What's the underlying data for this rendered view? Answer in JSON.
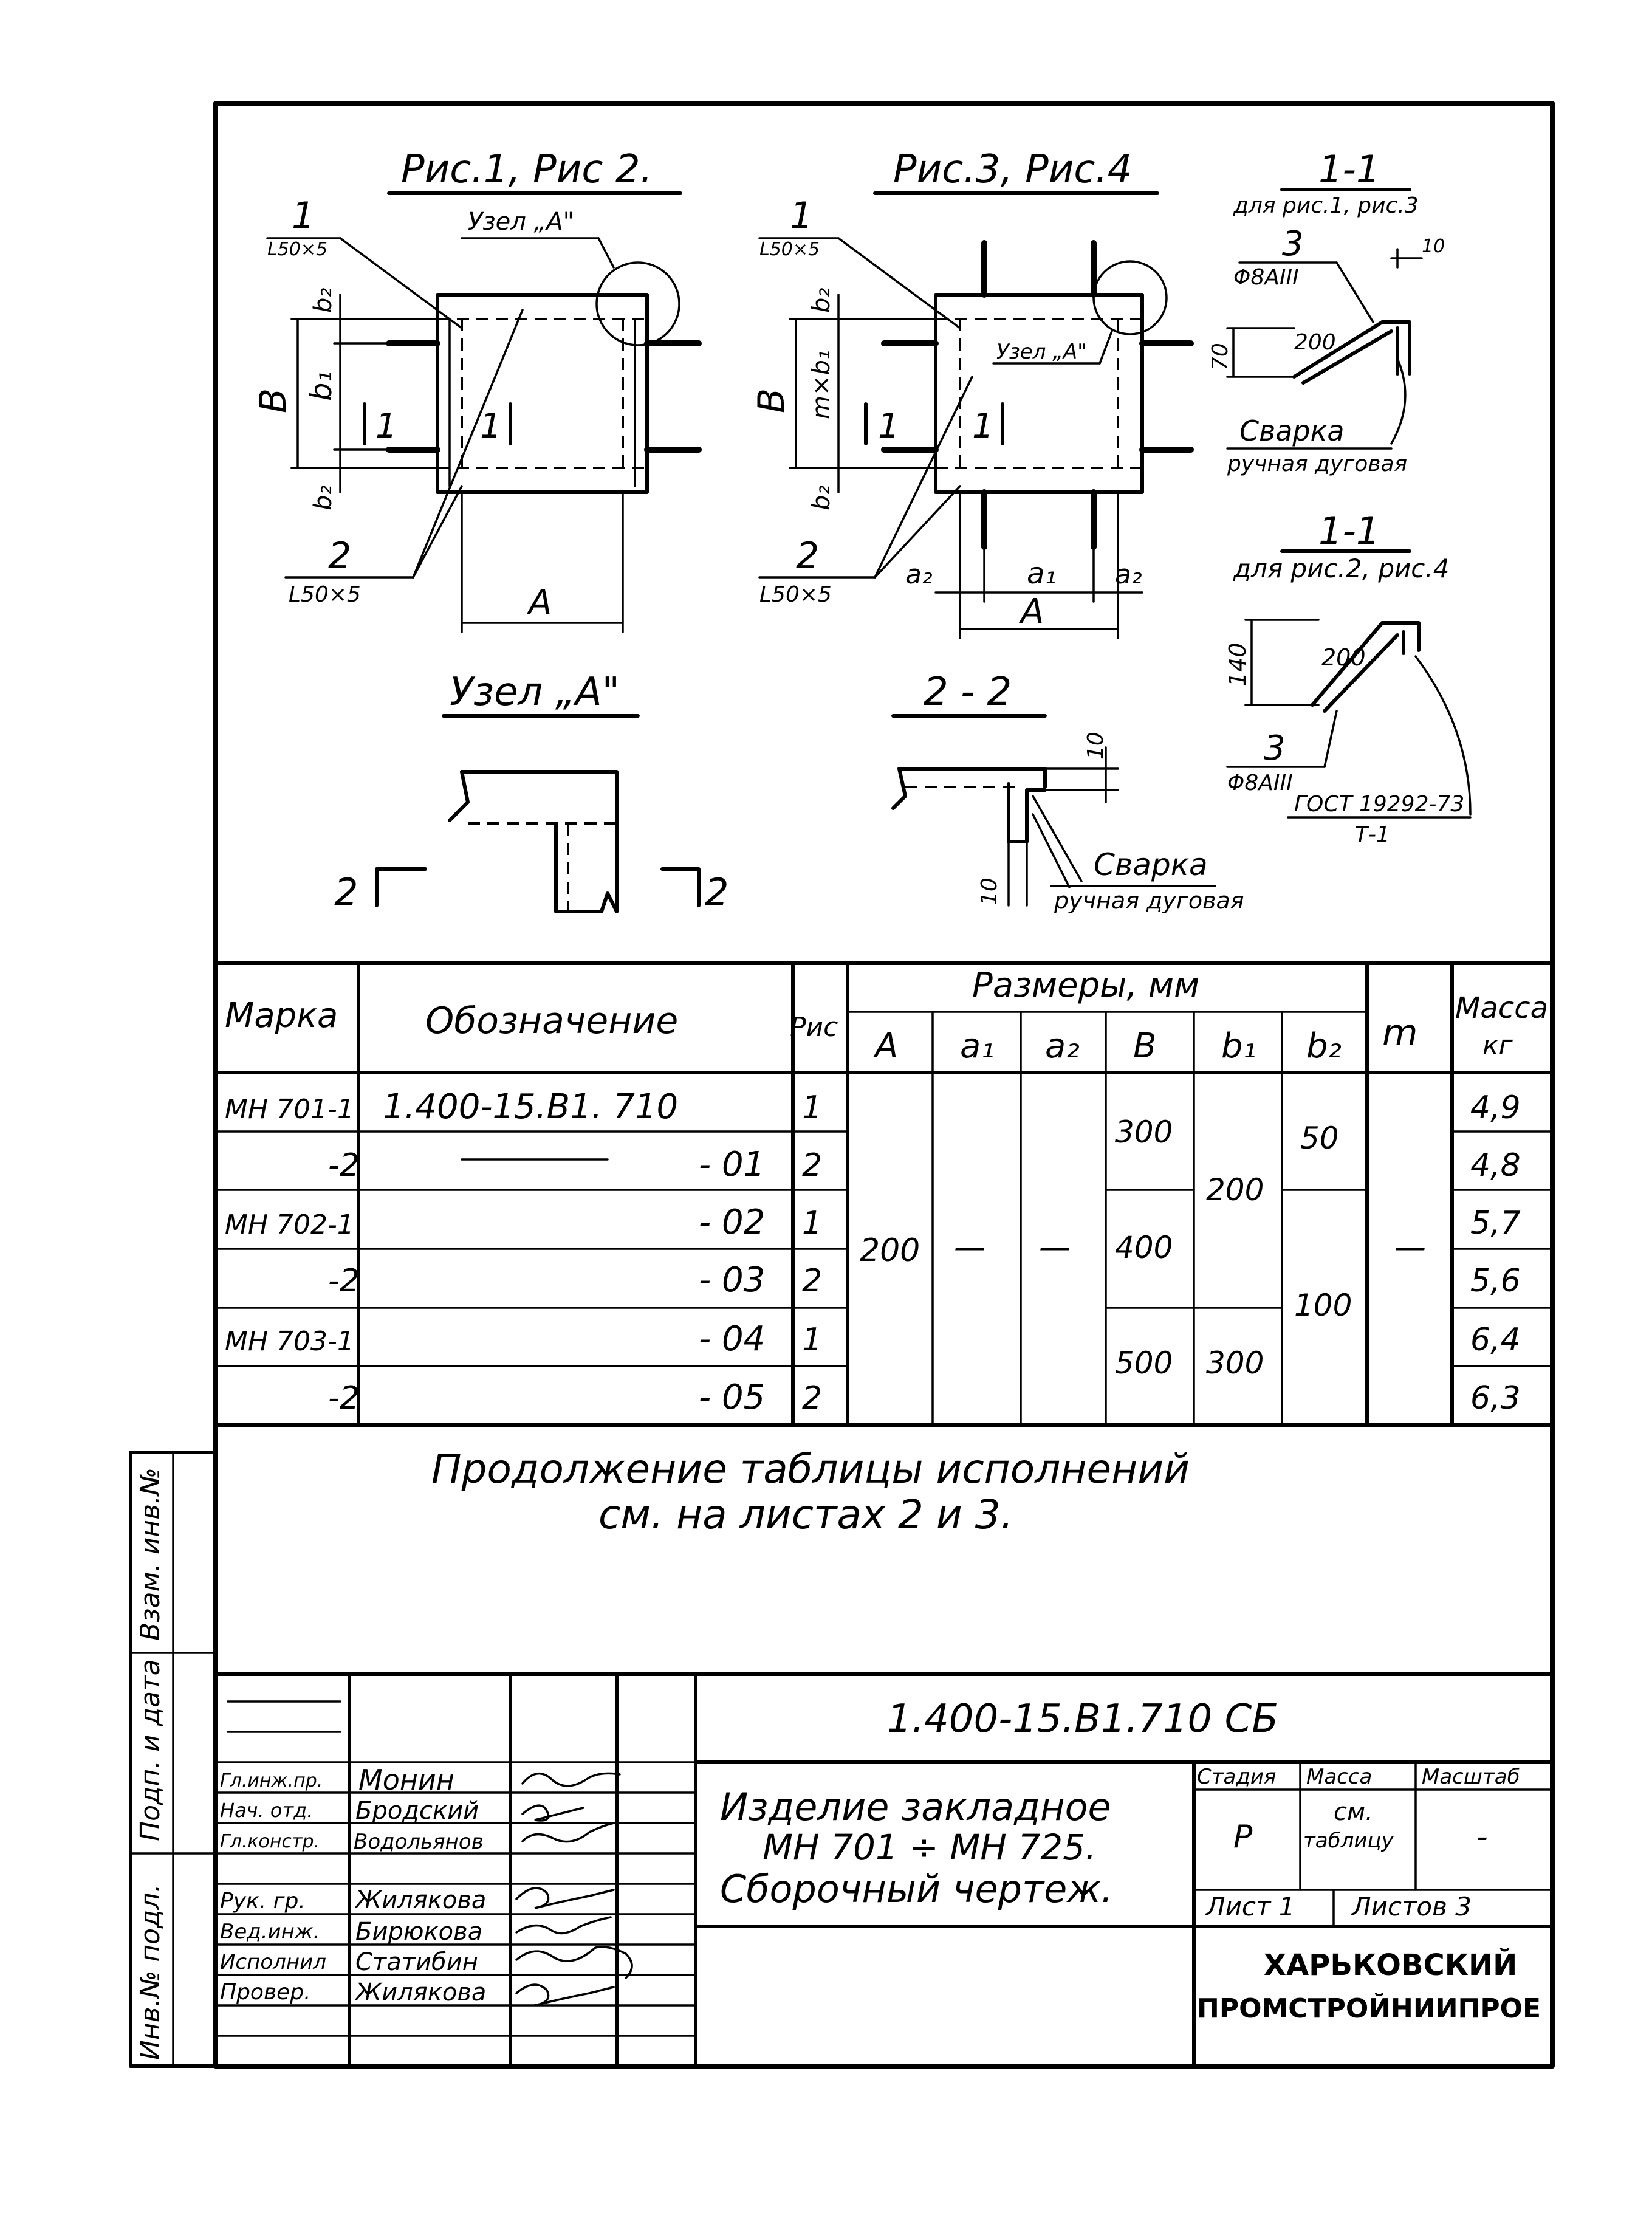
{
  "figures": {
    "fig12_title": "Рис.1, Рис 2.",
    "fig34_title": "Рис.3, Рис.4",
    "pos1_num": "1",
    "pos1_profile": "L50×5",
    "pos2_num": "2",
    "pos2_profile": "L50×5",
    "node_a_ref": "Узел „А\"",
    "dim_A": "A",
    "dim_a1": "a₁",
    "dim_a2": "a₂",
    "dim_B": "B",
    "dim_b1": "b₁",
    "dim_b2": "b₂",
    "dim_mxb1": "m×b₁",
    "section_1_mark": "1",
    "node_a_title": "Узел „А\"",
    "section_22_title": "2 - 2",
    "section_2_mark": "2",
    "sec11a_title": "1-1",
    "sec11a_sub": "для рис.1, рис.3",
    "sec11b_title": "1-1",
    "sec11b_sub": "для рис.2, рис.4",
    "pos3_num": "3",
    "pos3_bar": "Φ8AIII",
    "dim_10": "10",
    "dim_70": "70",
    "dim_140": "140",
    "dim_200": "200",
    "weld_label": "Сварка",
    "weld_sub": "ручная дуговая",
    "gost_label": "ГОСТ 19292-73",
    "gost_type": "Т-1"
  },
  "table": {
    "headers": {
      "marka": "Марка",
      "oboznachenie": "Обозначение",
      "ris": "Рис",
      "razmery": "Размеры, мм",
      "A": "A",
      "a1": "a₁",
      "a2": "a₂",
      "B": "B",
      "b1": "b₁",
      "b2": "b₂",
      "m": "m",
      "massa": "Масса",
      "kg": "кг"
    },
    "rows": [
      {
        "marka": "МН 701-1",
        "obozn": "1.400-15.В1. 710",
        "ris": "1",
        "massa": "4,9"
      },
      {
        "marka": "-2",
        "obozn": "- 01",
        "ris": "2",
        "massa": "4,8"
      },
      {
        "marka": "МН 702-1",
        "obozn": "- 02",
        "ris": "1",
        "massa": "5,7"
      },
      {
        "marka": "-2",
        "obozn": "- 03",
        "ris": "2",
        "massa": "5,6"
      },
      {
        "marka": "МН 703-1",
        "obozn": "- 04",
        "ris": "1",
        "massa": "6,4"
      },
      {
        "marka": "-2",
        "obozn": "- 05",
        "ris": "2",
        "massa": "6,3"
      }
    ],
    "merged": {
      "A": "200",
      "a1": "—",
      "a2": "—",
      "B_1": "300",
      "B_2": "400",
      "B_3": "500",
      "b1_1": "200",
      "b1_2": "300",
      "b2_1": "50",
      "b2_2": "100",
      "m": "—"
    }
  },
  "note": {
    "line1": "Продолжение таблицы исполнений",
    "line2": "см. на листах 2 и 3."
  },
  "side_stamp": {
    "vzam": "Взам. инв.№",
    "podp": "Подп. и дата",
    "inv": "Инв.№ подл."
  },
  "title_block": {
    "doc_code": "1.400-15.В1.710 СБ",
    "name_line1": "Изделие закладное",
    "name_line2": "МН 701 ÷ МН 725.",
    "name_line3": "Сборочный чертеж.",
    "stadia_label": "Стадия",
    "massa_label": "Масса",
    "masshtab_label": "Масштаб",
    "stadia_val": "Р",
    "massa_val1": "см.",
    "massa_val2": "таблицу",
    "masshtab_val": "-",
    "list_label": "Лист 1",
    "listov_label": "Листов 3",
    "org_line1": "ХАРЬКОВСКИЙ",
    "org_line2": "ПРОМСТРОЙНИИПРОЕ",
    "roles": [
      {
        "role": "Гл.инж.пр.",
        "name": "Монин"
      },
      {
        "role": "Нач. отд.",
        "name": "Бродский"
      },
      {
        "role": "Гл.констр.",
        "name": "Водольянов"
      },
      {
        "role": "Рук. гр.",
        "name": "Жилякова"
      },
      {
        "role": "Вед.инж.",
        "name": "Бирюкова"
      },
      {
        "role": "Исполнил",
        "name": "Статибин"
      },
      {
        "role": "Провер.",
        "name": "Жилякова"
      }
    ]
  }
}
